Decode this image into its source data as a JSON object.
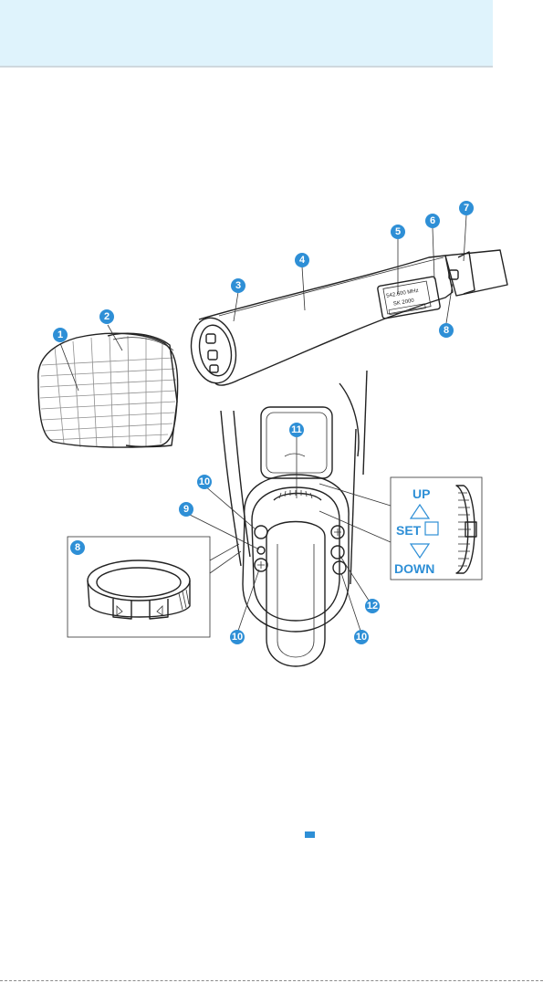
{
  "callouts": [
    "1",
    "2",
    "3",
    "4",
    "5",
    "6",
    "7",
    "8",
    "9",
    "10",
    "11",
    "12",
    "10",
    "10",
    "10",
    "8"
  ],
  "controls": {
    "up": "UP",
    "set": "SET",
    "down": "DOWN"
  },
  "display": {
    "freq": "542.600 MHz",
    "name": "SK 2000",
    "battery": ""
  },
  "colors": {
    "accent": "#2e8fd6",
    "header_band": "#dff3fc"
  }
}
